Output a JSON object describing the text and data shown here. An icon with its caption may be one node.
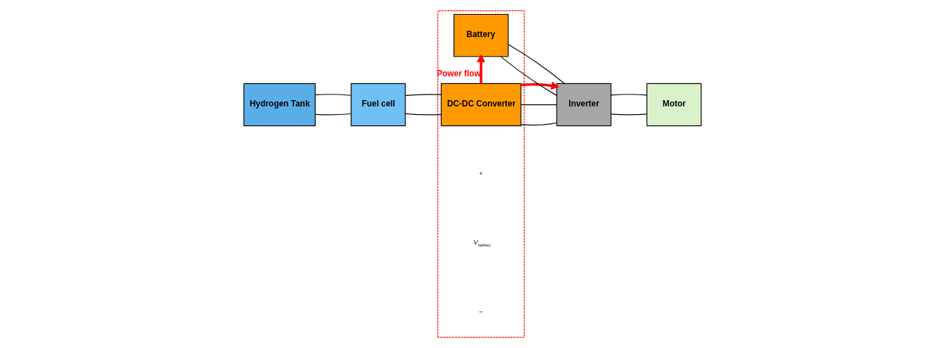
{
  "diagram": {
    "nodes": [
      {
        "text": [
          "Hydrogen Tank"
        ]
      },
      {
        "text": [
          "Fuel cell"
        ]
      },
      {
        "text": [],
        "shape": "box"
      },
      {
        "text": [
          "DC-DC Converter"
        ],
        "in": 2
      },
      {
        "text": [
          "Battery"
        ],
        "in": 2
      },
      {
        "text": [
          "Inverter"
        ]
      },
      {
        "text": [
          "Motor"
        ]
      }
    ],
    "edges": [
      {
        "from": 0,
        "to": 1,
        "arrow": "none"
      },
      {
        "from": 0,
        "to": 1,
        "arrow": "none"
      },
      {
        "from": 1,
        "to": 3,
        "arrow": "none"
      },
      {
        "from": 1,
        "to": 3,
        "arrow": "none"
      },
      {
        "from": 3,
        "to": 5,
        "arrow": "none"
      },
      {
        "from": 3,
        "to": 5,
        "arrow": "none"
      },
      {
        "from": 4,
        "to": 5,
        "arrow": "none"
      },
      {
        "from": 4,
        "to": 5,
        "arrow": "none"
      },
      {
        "from": 5,
        "to": 6,
        "arrow": "none"
      },
      {
        "from": 5,
        "to": 6,
        "arrow": "none"
      },
      {
        "from": 3,
        "to": 5,
        "arrow": "to",
        "style": "thick",
        "color": "#ff0000"
      },
      {
        "from": 3,
        "to": 4,
        "arrow": "to",
        "style": "thick",
        "color": "#ff0000",
        "label": "Power flow"
      }
    ],
    "labels": [
      "+",
      "*V*$_{battery}$",
      "−"
    ]
  }
}
